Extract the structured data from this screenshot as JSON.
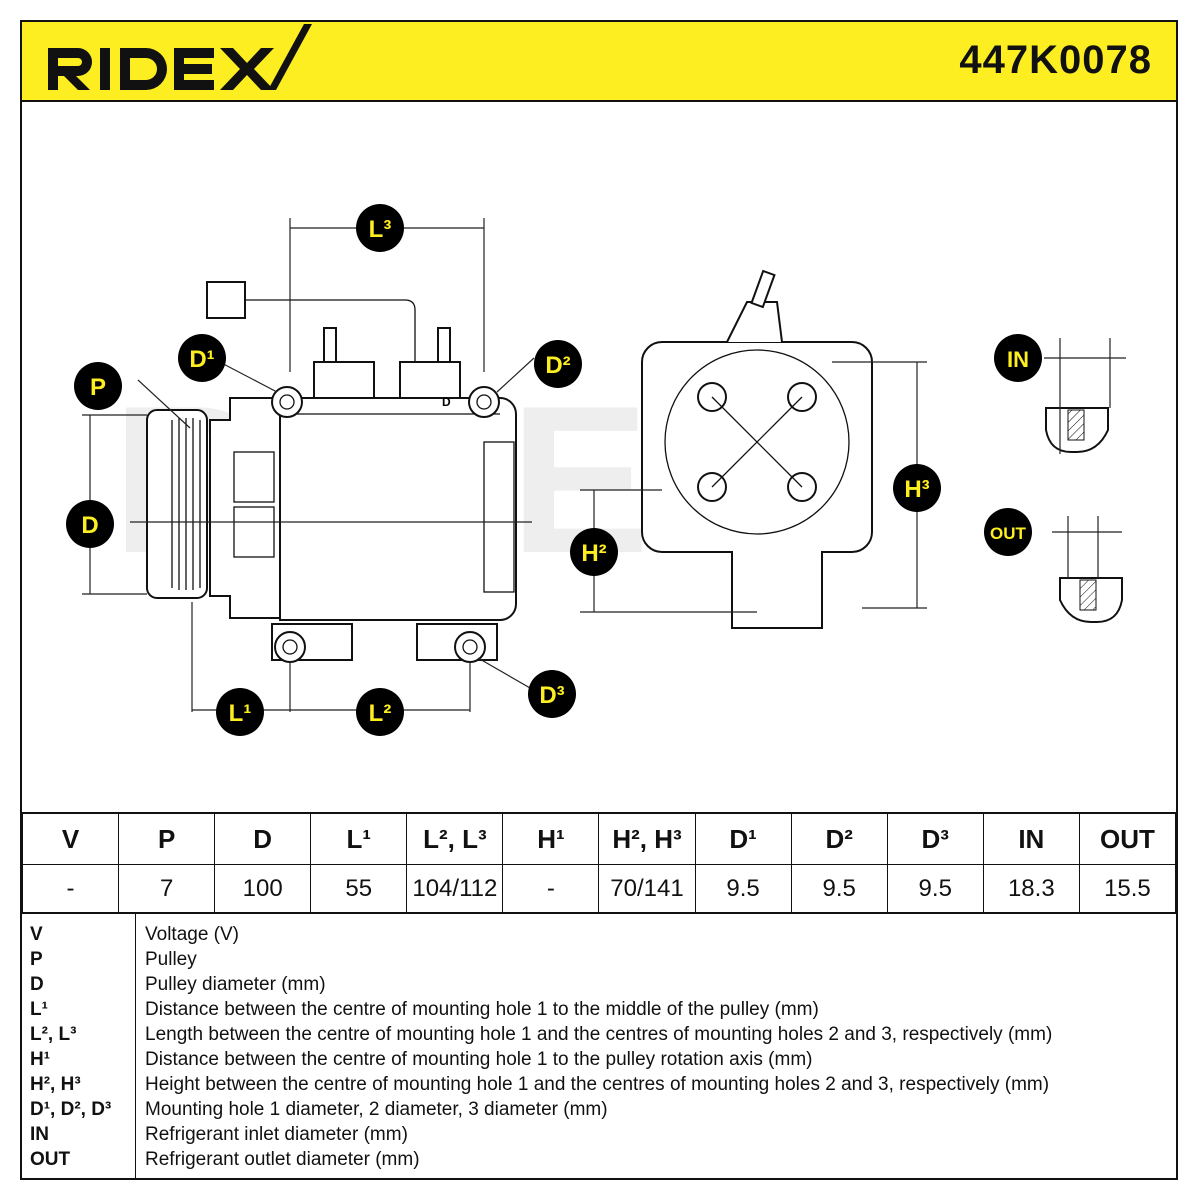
{
  "header": {
    "brand": "RIDEX",
    "part_number": "447K0078",
    "background_color": "#fcee21"
  },
  "drawing": {
    "watermark": "RIDEX",
    "labels": {
      "L3": "L³",
      "D1": "D¹",
      "D2": "D²",
      "D3": "D³",
      "P": "P",
      "D": "D",
      "L1": "L¹",
      "L2": "L²",
      "H2": "H²",
      "H3": "H³",
      "IN": "IN",
      "OUT": "OUT",
      "port_mark": "D"
    },
    "badge_color": "#000000",
    "badge_text_color": "#fcee21"
  },
  "chart_data": {
    "type": "table",
    "columns": [
      "V",
      "P",
      "D",
      "L¹",
      "L², L³",
      "H¹",
      "H², H³",
      "D¹",
      "D²",
      "D³",
      "IN",
      "OUT"
    ],
    "rows": [
      [
        "-",
        "7",
        "100",
        "55",
        "104/112",
        "-",
        "70/141",
        "9.5",
        "9.5",
        "9.5",
        "18.3",
        "15.5"
      ]
    ]
  },
  "legend": [
    {
      "key": "V",
      "desc": "Voltage (V)"
    },
    {
      "key": "P",
      "desc": "Pulley"
    },
    {
      "key": "D",
      "desc": "Pulley diameter (mm)"
    },
    {
      "key": "L¹",
      "desc": "Distance between the centre of mounting hole 1 to the middle of the pulley (mm)"
    },
    {
      "key": "L², L³",
      "desc": "Length between the centre of mounting hole 1 and the centres of mounting holes 2 and 3, respectively (mm)"
    },
    {
      "key": "H¹",
      "desc": "Distance between the centre of mounting hole 1 to the pulley rotation axis (mm)"
    },
    {
      "key": "H², H³",
      "desc": "Height between the centre of mounting hole 1 and the centres of mounting holes 2 and 3, respectively (mm)"
    },
    {
      "key": "D¹, D², D³",
      "desc": "Mounting hole 1 diameter, 2 diameter, 3 diameter (mm)"
    },
    {
      "key": "IN",
      "desc": "Refrigerant inlet diameter (mm)"
    },
    {
      "key": "OUT",
      "desc": "Refrigerant outlet diameter (mm)"
    }
  ]
}
